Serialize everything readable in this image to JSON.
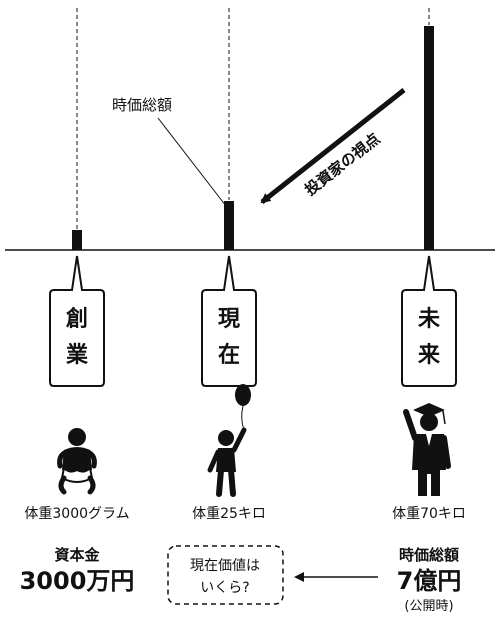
{
  "stages": [
    {
      "label_top": "創",
      "label_bottom": "業",
      "weight": "体重3000グラム"
    },
    {
      "label_top": "現",
      "label_bottom": "在",
      "weight": "体重25キロ"
    },
    {
      "label_top": "未",
      "label_bottom": "来",
      "weight": "体重70キロ"
    }
  ],
  "bars": {
    "founding": 0.09,
    "present": 0.22,
    "future": 1.0
  },
  "annotations": {
    "market_cap": "時価総額",
    "investor_view": "投資家の視点"
  },
  "bottom": {
    "capital_label": "資本金",
    "capital_value": "3000万円",
    "question_line1": "現在価値は",
    "question_line2": "いくら?",
    "future_label": "時価総額",
    "future_value": "7億円",
    "future_note": "(公開時)"
  },
  "colors": {
    "ink": "#111111",
    "background": "#ffffff"
  }
}
